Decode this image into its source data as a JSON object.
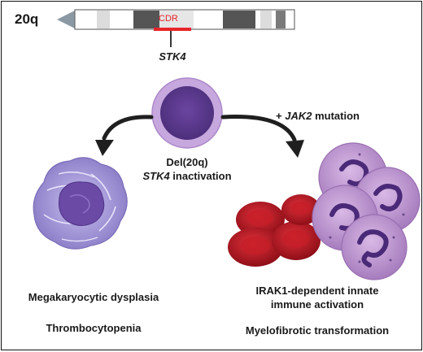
{
  "chromosome": {
    "arm_label": "20q",
    "region_label": "CDR",
    "region_color": "#e8242a"
  },
  "gene": "STK4",
  "center_cell": {
    "line1": "Del(20q)",
    "line2_gene": "STK4",
    "line2_rest": " inactivation"
  },
  "right_arrow": {
    "prefix": "+ ",
    "gene": "JAK2",
    "suffix": " mutation"
  },
  "left_outcome": {
    "line1": "Megakaryocytic dysplasia",
    "line2": "Thrombocytopenia"
  },
  "right_outcome": {
    "line1": "IRAK1-dependent innate",
    "line2": "immune activation",
    "line3": "Myelofibrotic transformation"
  },
  "colors": {
    "cell_purple": "#5b3a8c",
    "cell_ring": "#c5a6dc",
    "megakaryocyte": "#8e7fc4",
    "rbc": "#b5161f",
    "neutrophil": "#b78ac4",
    "arrow": "#1f1f1f"
  },
  "icons": [
    "chromosome-icon",
    "cell-icon",
    "megakaryocyte-icon",
    "red-blood-cell-icon",
    "neutrophil-icon"
  ]
}
